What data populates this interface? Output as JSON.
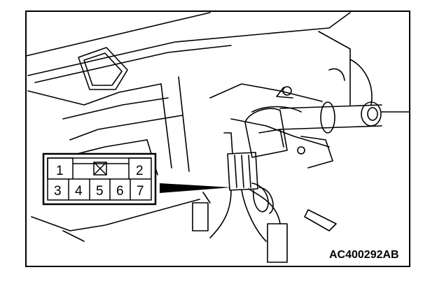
{
  "figure": {
    "code": "AC400292AB",
    "connector_pins": {
      "top_row": [
        "1",
        "",
        "2"
      ],
      "bottom_row": [
        "3",
        "4",
        "5",
        "6",
        "7"
      ]
    },
    "colors": {
      "line": "#000000",
      "background": "#ffffff"
    }
  }
}
